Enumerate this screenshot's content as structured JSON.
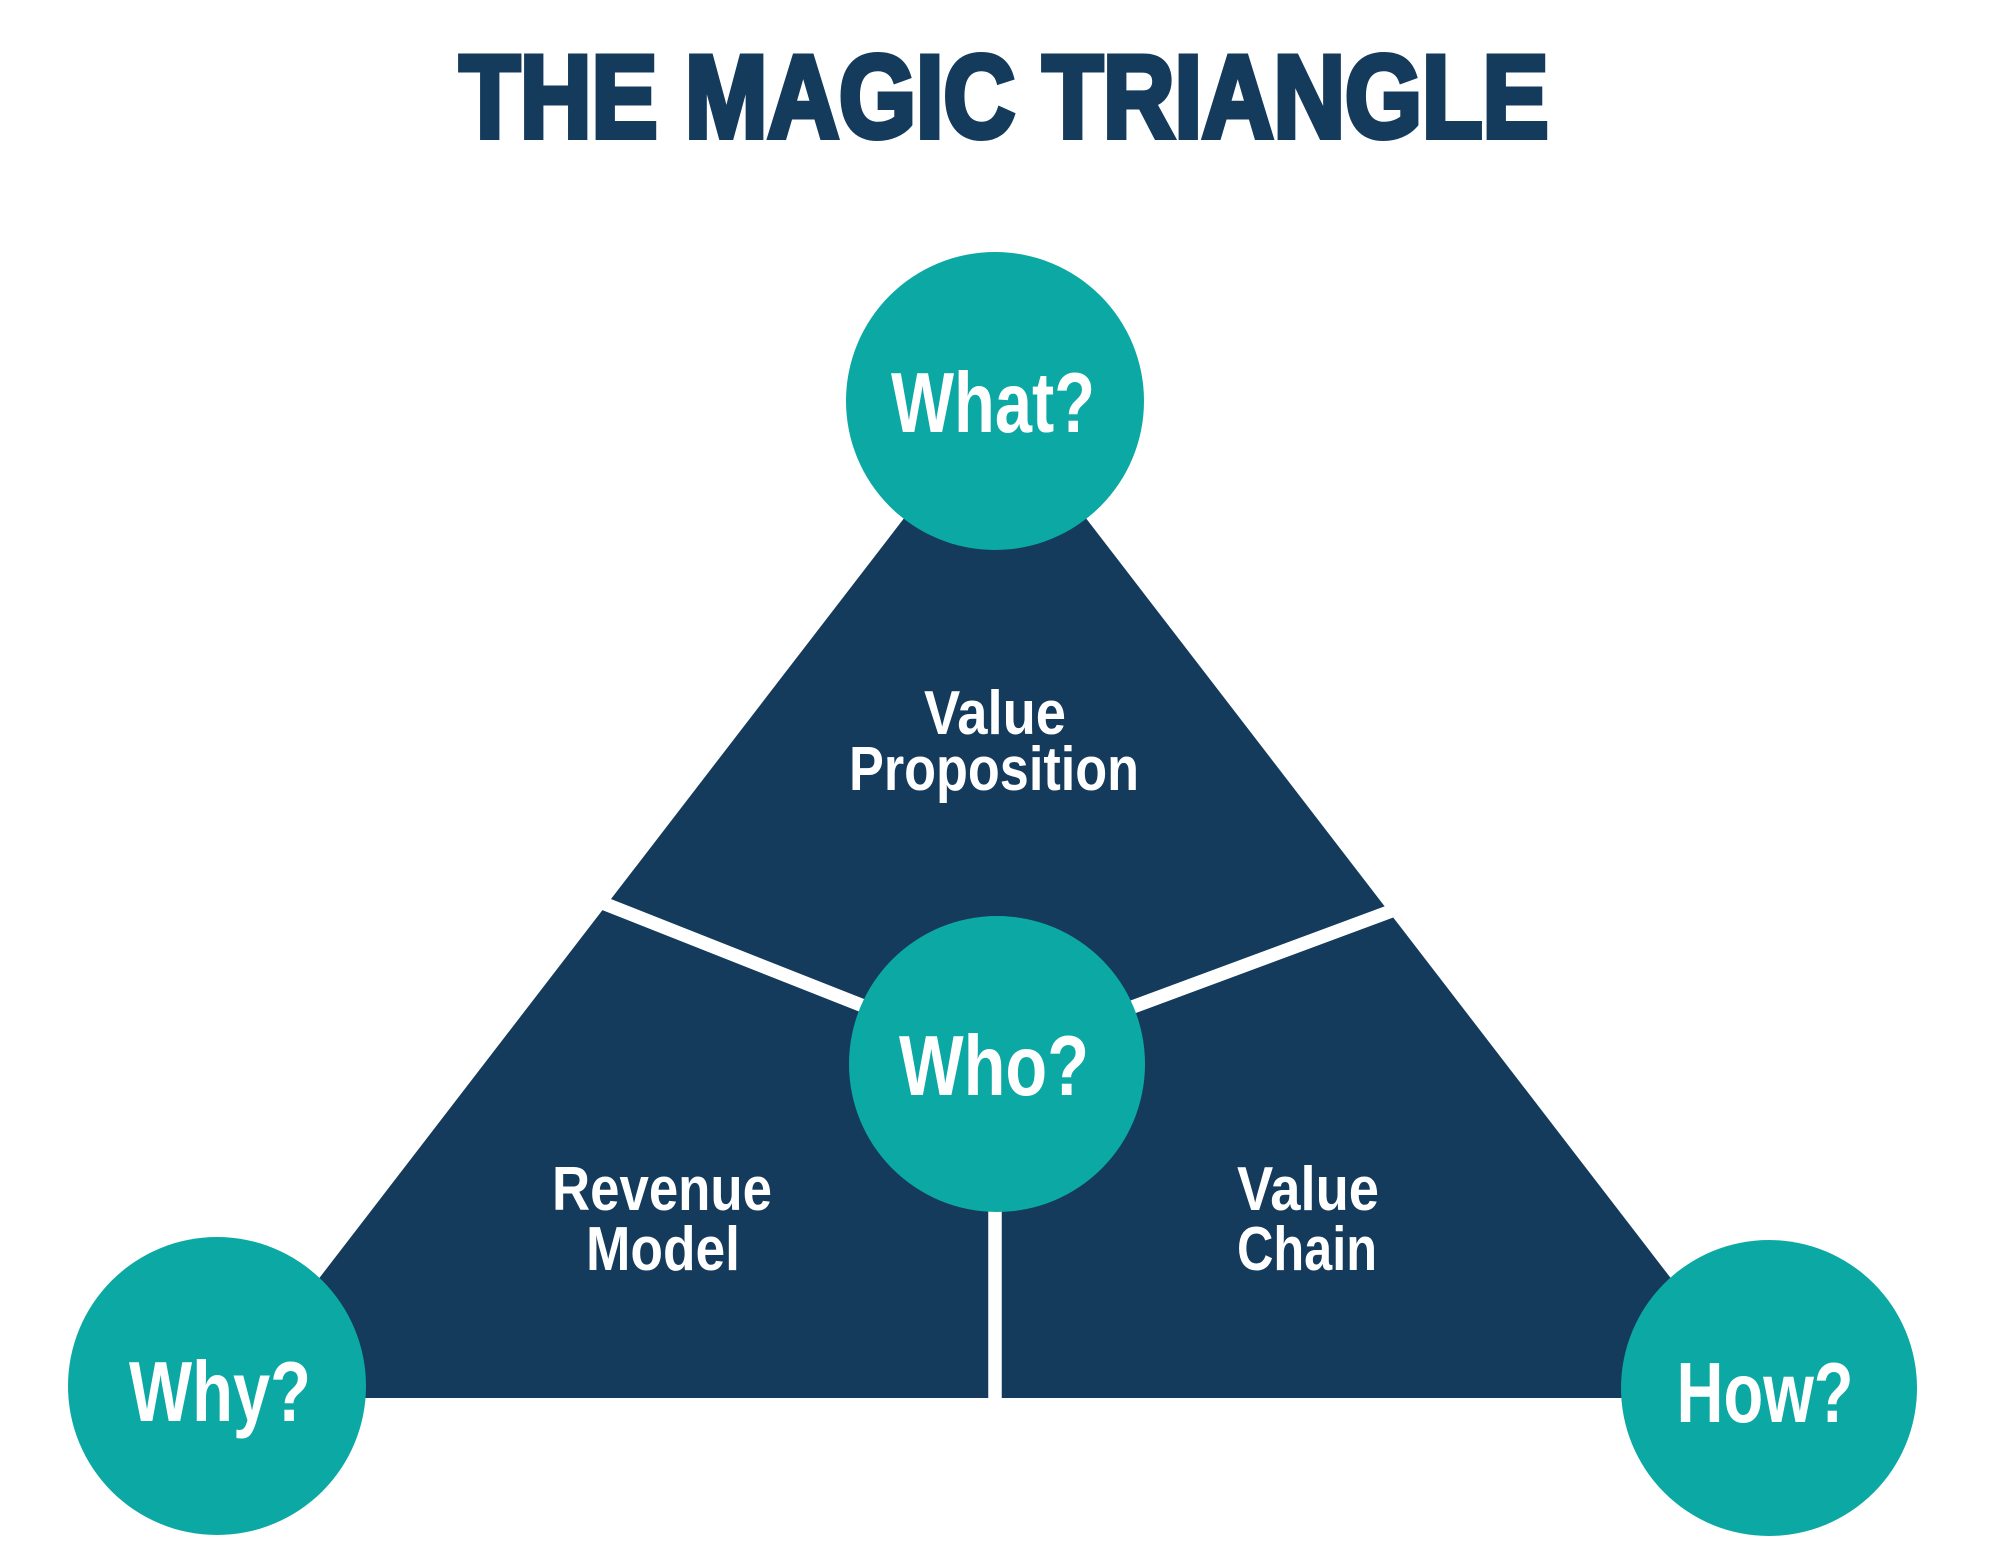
{
  "title": "THE MAGIC TRIANGLE",
  "colors": {
    "navy": "#143a5c",
    "teal": "#0ca9a4",
    "white": "#ffffff",
    "background": "#ffffff"
  },
  "diagram": {
    "type": "magic-triangle-business-model",
    "nodes": [
      {
        "id": "what",
        "label": "What?",
        "position": "top"
      },
      {
        "id": "who",
        "label": "Who?",
        "position": "center"
      },
      {
        "id": "why",
        "label": "Why?",
        "position": "bottom-left"
      },
      {
        "id": "how",
        "label": "How?",
        "position": "bottom-right"
      }
    ],
    "sections": [
      {
        "id": "value-proposition",
        "lines": [
          "Value",
          "Proposition"
        ]
      },
      {
        "id": "revenue-model",
        "lines": [
          "Revenue",
          "Model"
        ]
      },
      {
        "id": "value-chain",
        "lines": [
          "Value",
          "Chain"
        ]
      }
    ]
  }
}
